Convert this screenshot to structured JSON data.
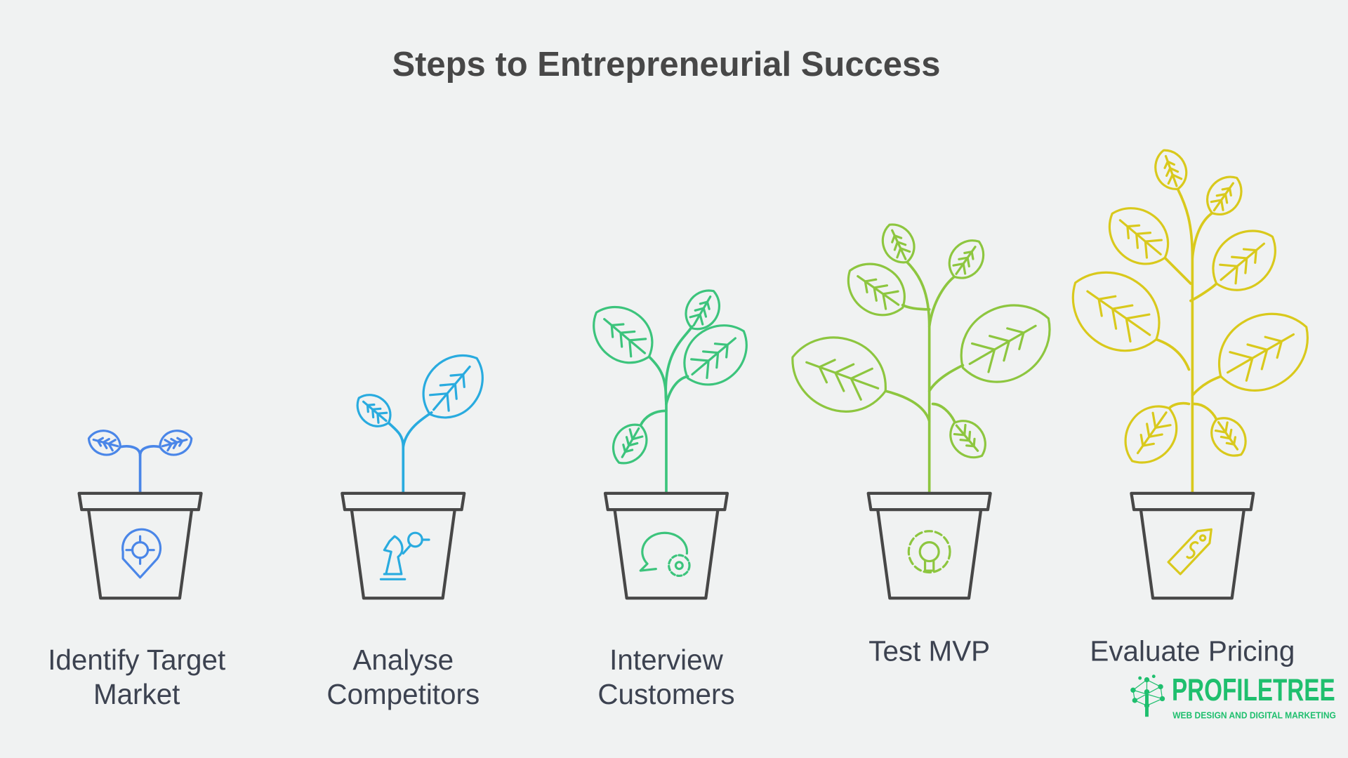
{
  "title": "Steps to Entrepreneurial Success",
  "steps": [
    {
      "label_lines": [
        "Identify Target",
        "Market"
      ],
      "color": "#4a86e8",
      "icon": "target-location-icon"
    },
    {
      "label_lines": [
        "Analyse",
        "Competitors"
      ],
      "color": "#29abdf",
      "icon": "chess-knight-magnifier-icon"
    },
    {
      "label_lines": [
        "Interview",
        "Customers"
      ],
      "color": "#3cc47c",
      "icon": "speech-bubble-gear-icon"
    },
    {
      "label_lines": [
        "Test MVP"
      ],
      "color": "#8dc63f",
      "icon": "gear-lightbulb-icon"
    },
    {
      "label_lines": [
        "Evaluate Pricing"
      ],
      "color": "#d9c91c",
      "icon": "price-tag-icon"
    }
  ],
  "pot_color": "#474747",
  "logo": {
    "name": "PROFILETREE",
    "tagline": "WEB DESIGN AND DIGITAL MARKETING",
    "color": "#1fbf6e"
  }
}
